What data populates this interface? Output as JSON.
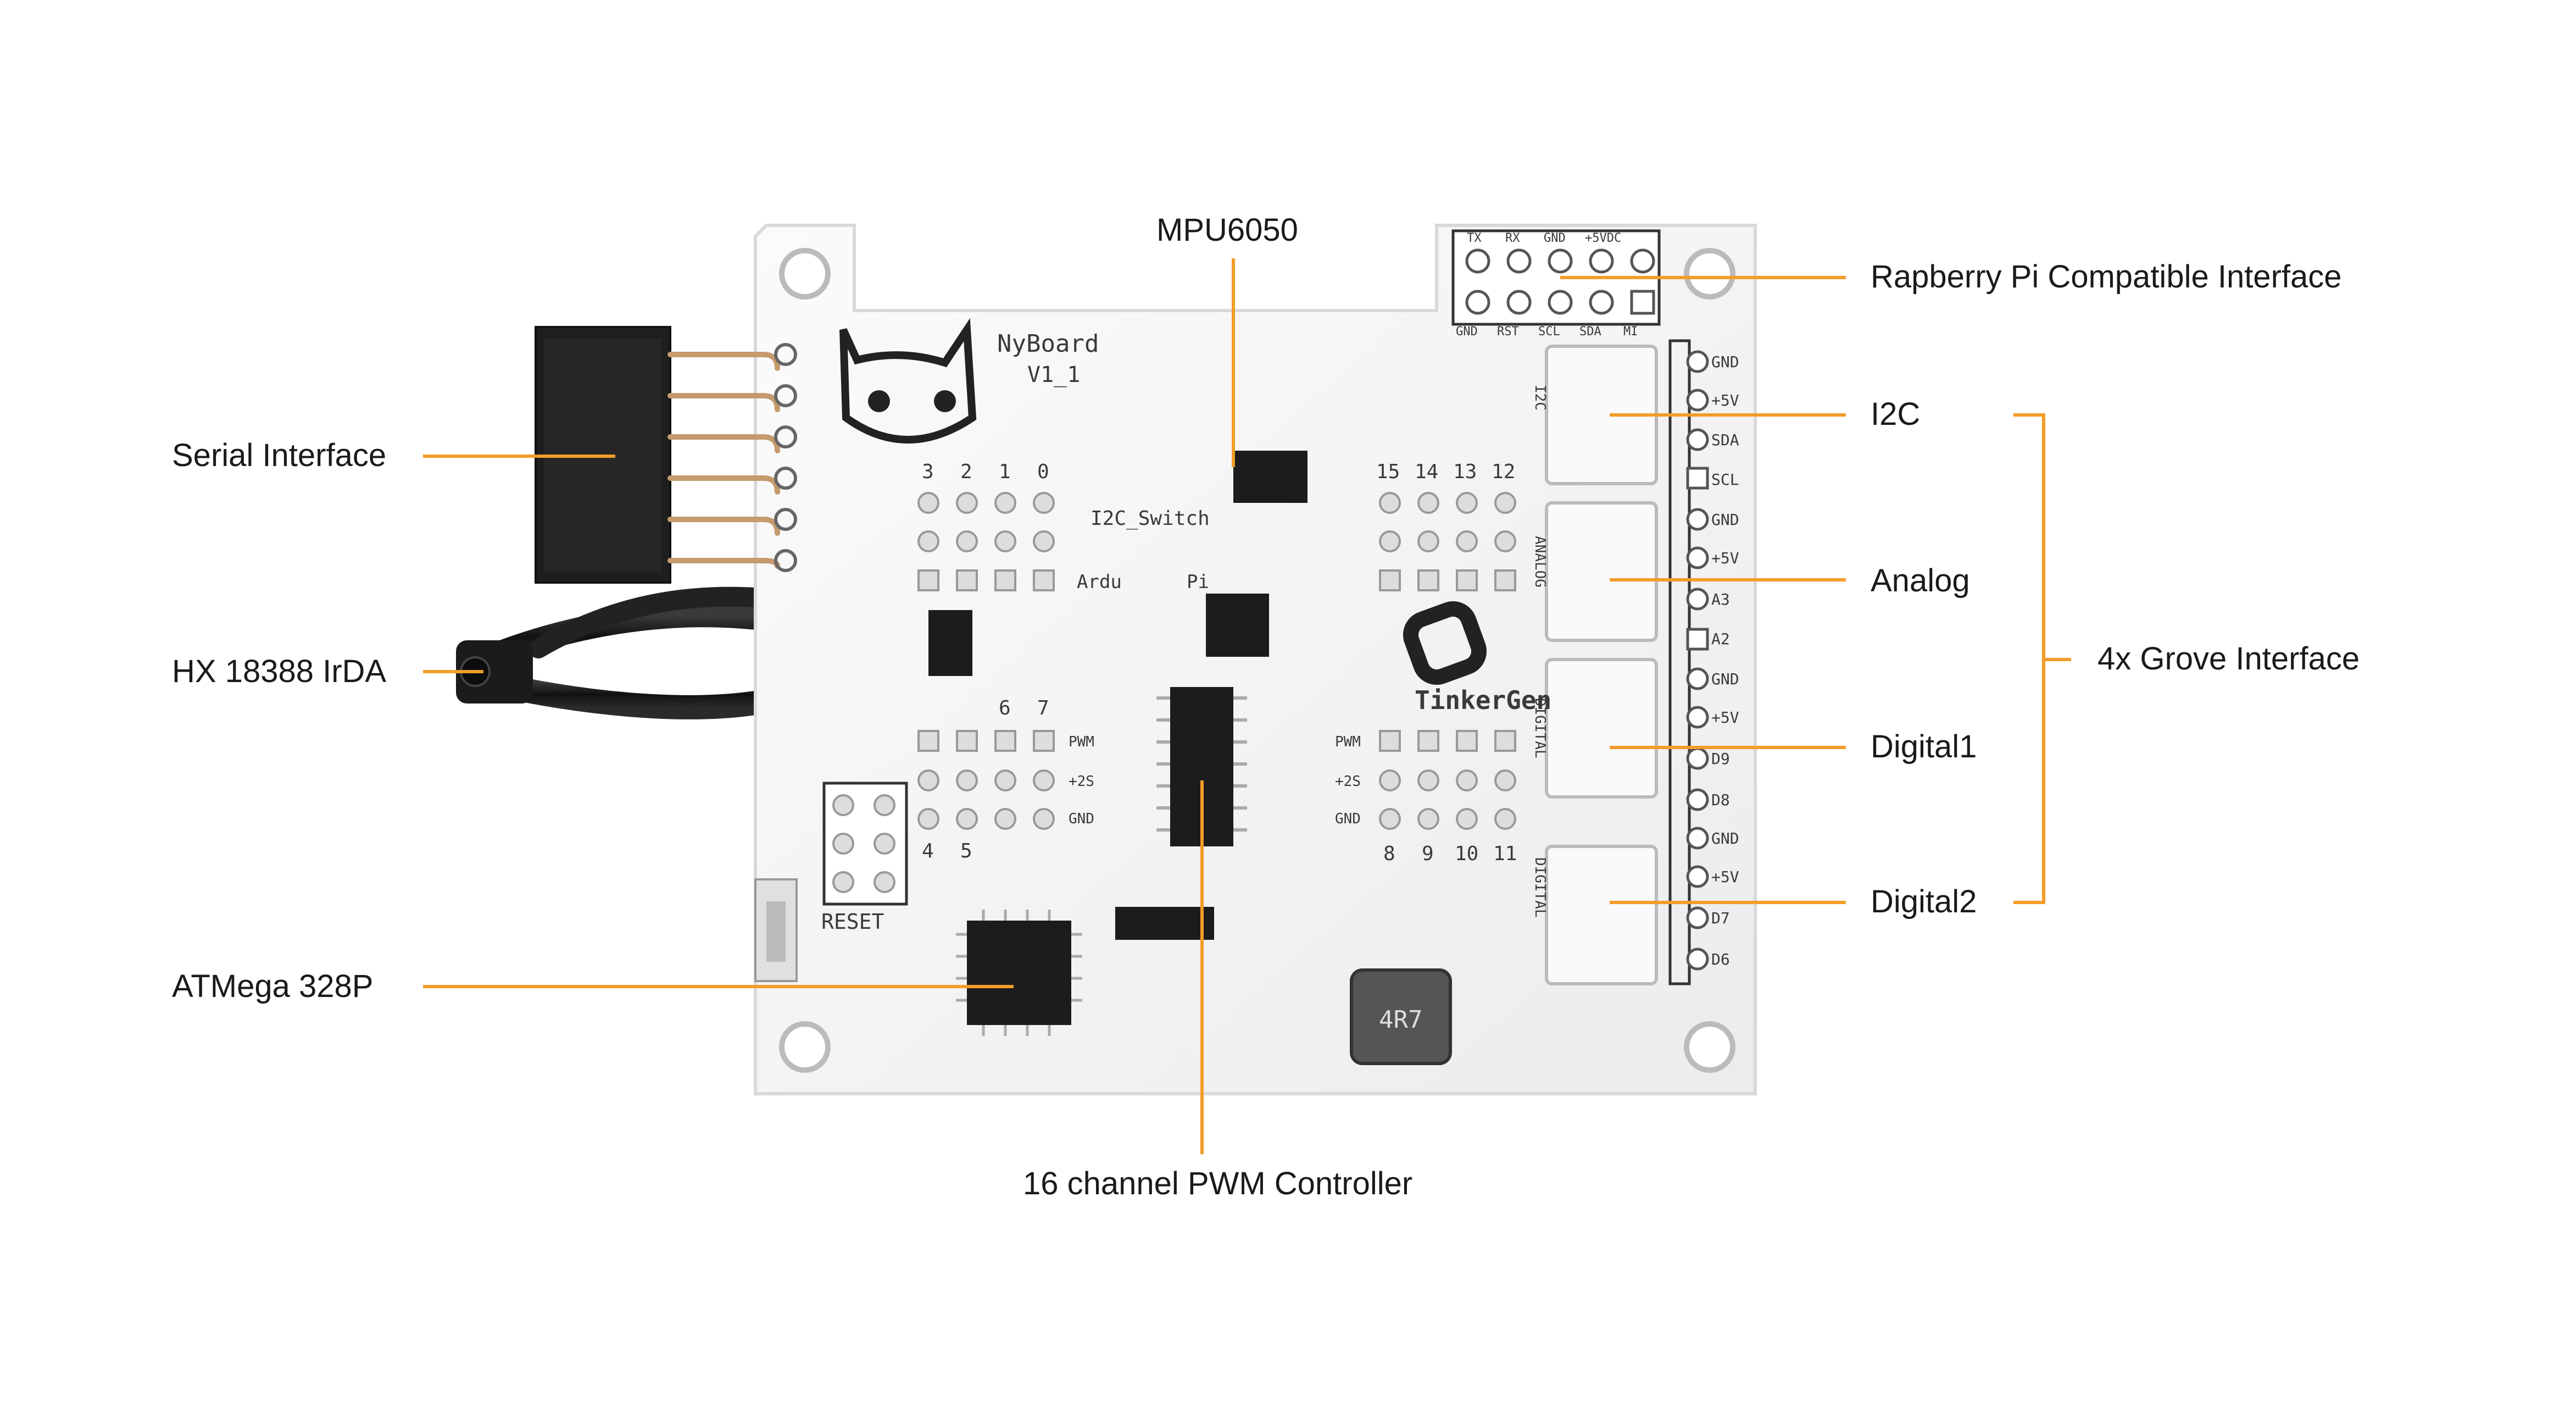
{
  "labels": {
    "mpu": "MPU6050",
    "serial": "Serial Interface",
    "irda": "HX 18388 IrDA",
    "atmega": "ATMega 328P",
    "pwm": "16 channel PWM Controller",
    "rpi": "Rapberry Pi Compatible Interface",
    "i2c": "I2C",
    "analog": "Analog",
    "digital1": "Digital1",
    "digital2": "Digital2",
    "grove": "4x Grove Interface"
  },
  "board": {
    "name": "NyBoard",
    "version": "V1_1",
    "brand": "TinkerGen",
    "pin_header_top": [
      "TX",
      "RX",
      "GND",
      "+5VDC"
    ],
    "pin_header_bottom": [
      "GND",
      "RST",
      "SCL",
      "SDA",
      "MI"
    ],
    "servo_rows_top_left": [
      "3",
      "2",
      "1",
      "0"
    ],
    "servo_rows_top_right": [
      "15",
      "14",
      "13",
      "12"
    ],
    "servo_rows_mid_left": [
      "6",
      "7"
    ],
    "servo_rows_bottom_left": [
      "4",
      "5"
    ],
    "servo_rows_bottom_right": [
      "8",
      "9",
      "10",
      "11"
    ],
    "grove_pins": [
      "GND",
      "+5V",
      "SDA",
      "SCL",
      "GND",
      "+5V",
      "A3",
      "A2",
      "GND",
      "+5V",
      "D9",
      "D8",
      "GND",
      "+5V",
      "D7",
      "D6"
    ],
    "i2c_switch": "I2C_Switch",
    "ardu": "Ardu",
    "pi": "Pi",
    "reset": "RESET",
    "pwm_label": "PWM",
    "pos_label": "+2S",
    "gnd_label": "GND",
    "inductor": "4R7",
    "grove_side": [
      "I2C",
      "ANALOG",
      "DIGITAL",
      "DIGITAL"
    ]
  },
  "colors": {
    "leader": "#f39c2a",
    "board": "#f4f4f4",
    "silk": "#3a3a3a",
    "chip": "#1c1c1c"
  }
}
